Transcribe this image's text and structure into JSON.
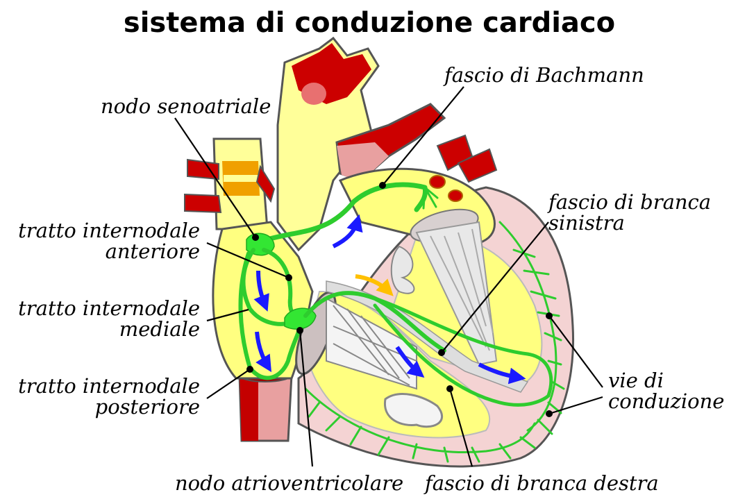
{
  "title": "sistema di conduzione cardiaco",
  "labels": {
    "nodo_senoatriale": "nodo senoatriale",
    "fascio_bachmann": "fascio di Bachmann",
    "fascio_branca_sinistra_1": "fascio di branca",
    "fascio_branca_sinistra_2": "sinistra",
    "tratto_anteriore_1": "tratto internodale",
    "tratto_anteriore_2": "anteriore",
    "tratto_mediale_1": "tratto internodale",
    "tratto_mediale_2": "mediale",
    "tratto_posteriore_1": "tratto internodale",
    "tratto_posteriore_2": "posteriore",
    "vie_conduzione_1": "vie di",
    "vie_conduzione_2": "conduzione",
    "nodo_atrioventricolare": "nodo atrioventricolare",
    "fascio_branca_destra": "fascio di branca destra"
  },
  "colors": {
    "myocardium": "#ffff80",
    "wall_pink": "#f4d3d3",
    "vessel_red": "#cc0000",
    "vessel_pink": "#e8a0a0",
    "conduction_green": "#33e633",
    "arrow_blue": "#1a1aff",
    "arrow_orange": "#ffc000",
    "outline_gray": "#555555"
  }
}
